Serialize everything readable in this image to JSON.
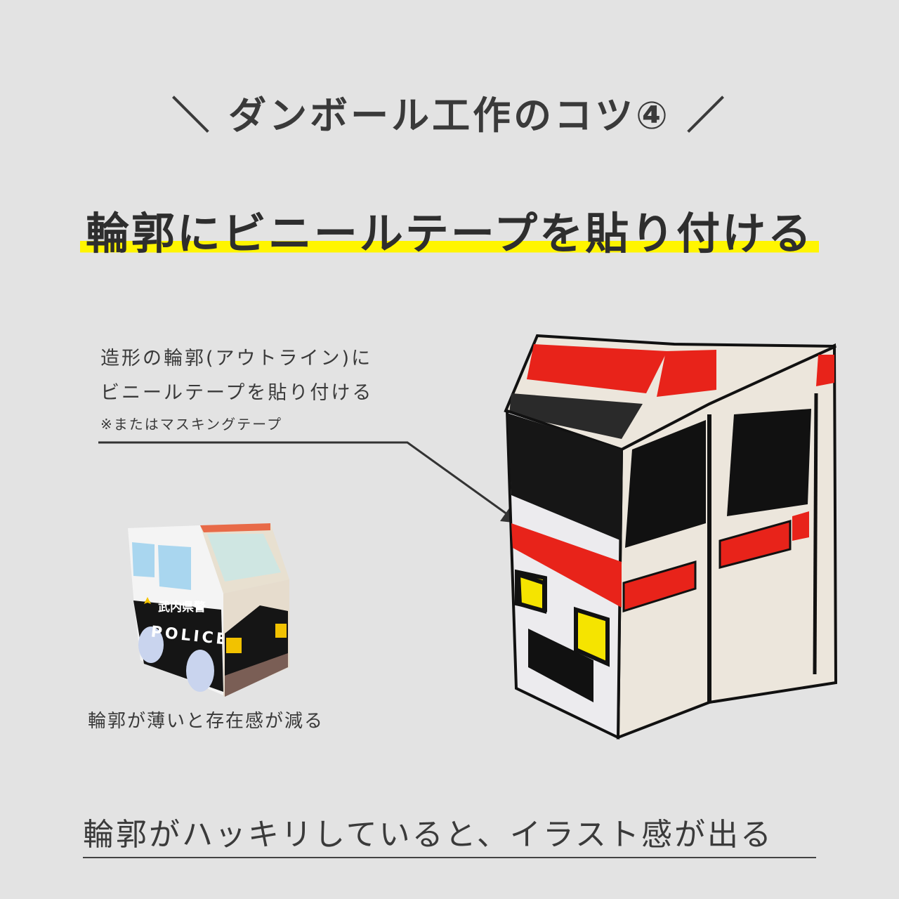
{
  "header": {
    "title": "＼ ダンボール工作のコツ④ ／",
    "subtitle": "輪郭にビニールテープを貼り付ける"
  },
  "callout": {
    "line1": "造形の輪郭(アウトライン)に",
    "line2": "ビニールテープを貼り付ける",
    "note": "※またはマスキングテープ"
  },
  "police_photo": {
    "caption": "輪郭が薄いと存在感が減る",
    "lettering": [
      "武内県警",
      "POLICE"
    ]
  },
  "footer": {
    "text": "輪郭がハッキリしていると、イラスト感が出る"
  },
  "colors": {
    "background": "#e3e3e3",
    "highlight": "#fff500",
    "tape_red": "#e8231a",
    "tape_black": "#1a1a1a"
  }
}
